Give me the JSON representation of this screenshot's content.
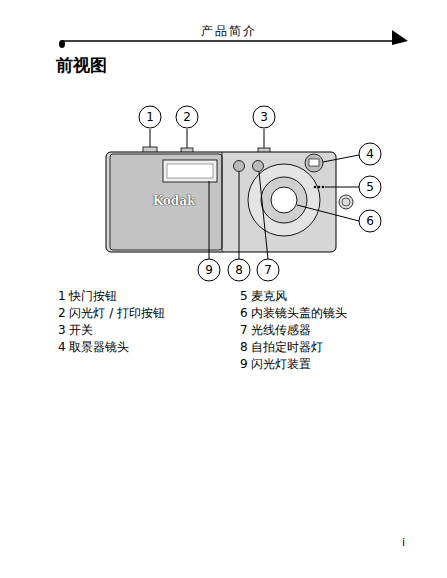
{
  "diagram": {
    "title": "前视图",
    "labels": [
      "产品简介",
      "1",
      "2",
      "3",
      "4",
      "5",
      "6",
      "7",
      "8",
      "9",
      "Kodak",
      "1 快门按钮",
      "2 闪光灯 / 打印按钮",
      "3 开关",
      "4 取景器镜头",
      "5 麦克风",
      "6 内装镜头盖的镜头",
      "7 光线传感器",
      "8 自拍定时器灯",
      "9 闪光灯装置",
      "i"
    ]
  }
}
